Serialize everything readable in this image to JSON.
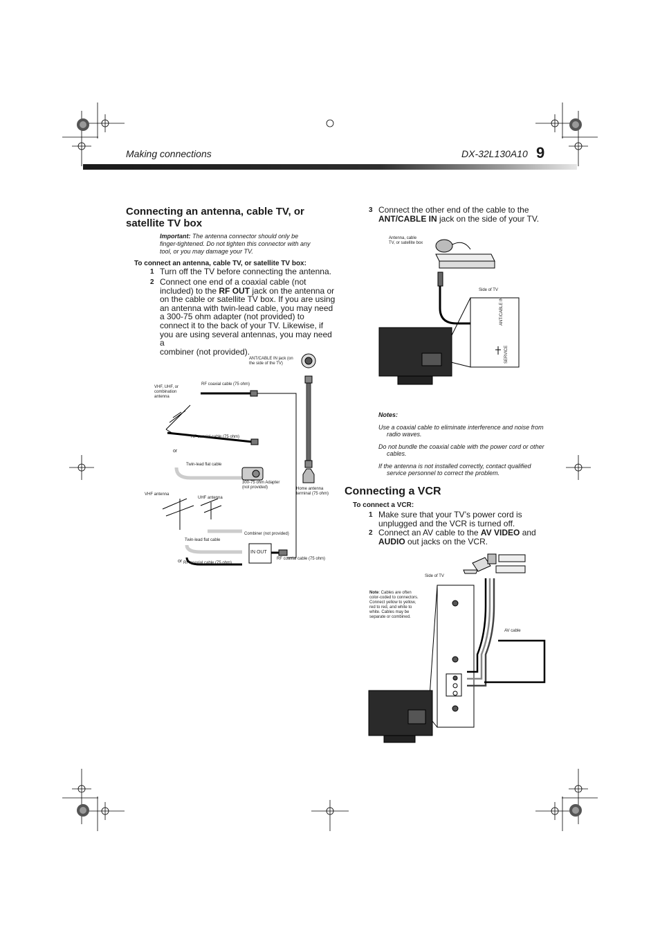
{
  "header": {
    "section": "Making connections",
    "model": "DX-32L130A10",
    "page_number": "9"
  },
  "antenna": {
    "title_line1": "Connecting an antenna, cable TV, or",
    "title_line2": "satellite TV box",
    "important_label": "Important:",
    "important_line1": "The antenna connector should only be",
    "important_line2": "finger-tightened. Do not tighten this connector with any",
    "important_line3": "tool, or you may damage your TV.",
    "procedure_title": "To connect an antenna, cable TV, or satellite TV box:",
    "step1_num": "1",
    "step1": "Turn off the TV before connecting the antenna.",
    "step2_num": "2",
    "step2_a": "Connect one end of a coaxial cable (not",
    "step2_b_pre": "included) to the ",
    "step2_b_bold": "RF OUT",
    "step2_b_post": " jack on the antenna or",
    "step2_c": "on the cable or satellite TV box. If you are using",
    "step2_d": "an antenna with twin-lead cable, you may need",
    "step2_e": "a 300-75 ohm adapter (not provided) to",
    "step2_f": "connect it to the back of your TV. Likewise, if",
    "step2_g": "you are using several antennas, you may need a",
    "step2_h": "combiner (not provided).",
    "step3_num": "3",
    "step3_a": "Connect the other end of the cable to the",
    "step3_b_bold": "ANT/CABLE IN",
    "step3_b_post": " jack on the side of your TV."
  },
  "diagram1": {
    "ant_jack_line1": "ANT/CABLE IN jack (on",
    "ant_jack_line2": "the side of the TV)",
    "rf_cable_top": "RF coaxial cable (75 ohm)",
    "combo_line1": "VHF, UHF, or",
    "combo_line2": "combination",
    "combo_line3": "antenna",
    "rf_cable_mid": "RF coaxial cable (75 ohm)",
    "or1": "or",
    "twin_lead": "Twin-lead flat cable",
    "adapter_line1": "300-75 ohm Adapter",
    "adapter_line2": "(not provided)",
    "home_line1": "Home antenna",
    "home_line2": "terminal (75 ohm)",
    "vhf": "VHF antenna",
    "uhf": "UHF antenna",
    "twin_lead2": "Twin-lead flat cable",
    "combiner": "Combiner (not provided)",
    "in_out": "IN  OUT",
    "or2": "or",
    "rf_cable_bottom": "RF coaxial cable (75 ohm)",
    "rf_cable_right": "RF coaxial cable (75 ohm)"
  },
  "diagram2": {
    "box_line1": "Antenna, cable",
    "box_line2": "TV, or satellite box",
    "side_of_tv": "Side of TV",
    "ant_cable_in": "ANT/CABLE IN",
    "service": "SERVICE"
  },
  "notes": {
    "title": "Notes:",
    "n1_line1": "Use a coaxial cable to eliminate interference and noise from",
    "n1_line2": "radio waves.",
    "n2_line1": "Do not bundle the coaxial cable with the power cord or other",
    "n2_line2": "cables.",
    "n3_line1": "If the antenna is not installed correctly, contact qualified",
    "n3_line2": "service personnel to correct the problem."
  },
  "vcr": {
    "title": "Connecting a VCR",
    "procedure_title": "To connect a VCR:",
    "step1_num": "1",
    "step1_a": "Make sure that your TV’s power cord is",
    "step1_b": "unplugged and the VCR is turned off.",
    "step2_num": "2",
    "step2_a_pre": "Connect an AV cable to the ",
    "step2_a_bold": "AV VIDEO",
    "step2_a_post": " and",
    "step2_b_bold": "AUDIO",
    "step2_b_post": " out jacks on the VCR."
  },
  "diagram3": {
    "side_of_tv": "Side of TV",
    "note_bold": "Note",
    "note_line1": ": Cables are often",
    "note_line2": "color-coded to connectors.",
    "note_line3": "Connect yellow to yellow,",
    "note_line4": "red to red, and white to",
    "note_line5": "white. Cables may be",
    "note_line6": "separate or combined.",
    "av_cable": "AV cable"
  },
  "colors": {
    "rule_dark": "#1a1a1a",
    "rule_light": "#e6e6e6",
    "tv_body": "#2a2a2a"
  }
}
